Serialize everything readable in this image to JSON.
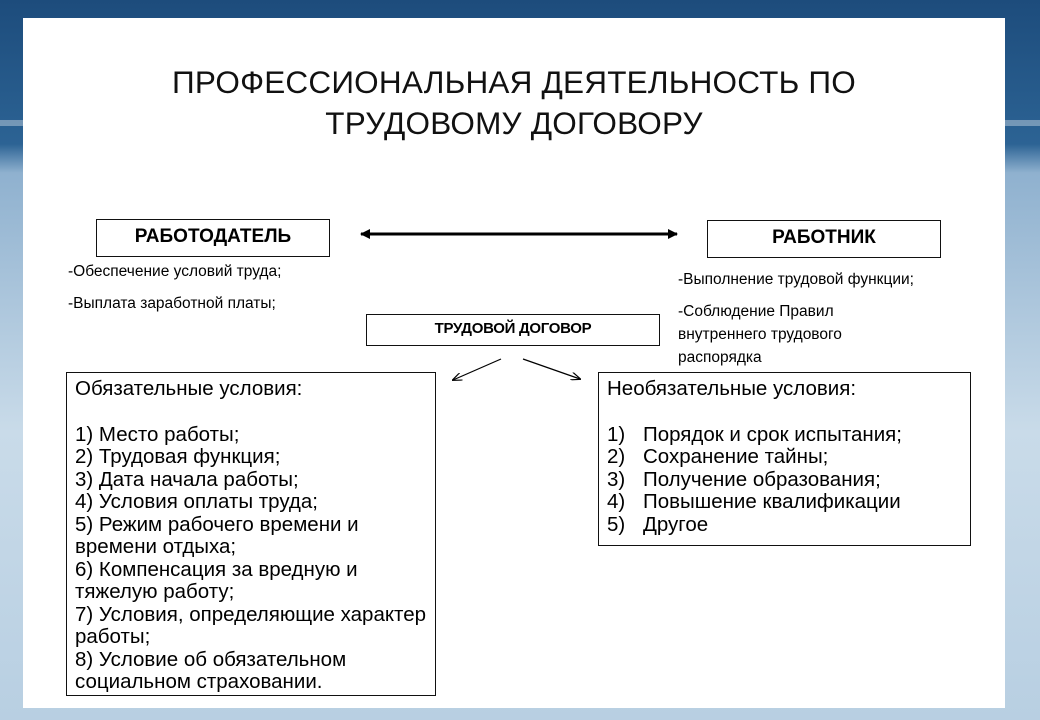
{
  "title": {
    "line1": "ПРОФЕССИОНАЛЬНАЯ  ДЕЯТЕЛЬНОСТЬ ПО",
    "line2": "ТРУДОВОМУ ДОГОВОРУ"
  },
  "employer": {
    "label": "РАБОТОДАТЕЛЬ",
    "duties": [
      "-Обеспечение условий труда;",
      "-Выплата заработной платы;"
    ]
  },
  "employee": {
    "label": "РАБОТНИК",
    "duties": [
      "-Выполнение трудовой функции;",
      "-Соблюдение Правил внутреннего трудового распорядка"
    ]
  },
  "contract": {
    "label": "ТРУДОВОЙ ДОГОВОР"
  },
  "mandatory": {
    "heading": "Обязательные условия:",
    "items": [
      "1) Место работы;",
      "2) Трудовая функция;",
      "3) Дата начала работы;",
      "4) Условия оплаты труда;",
      "5) Режим рабочего времени и времени отдыха;",
      "6) Компенсация за вредную и тяжелую работу;",
      "7) Условия, определяющие характер работы;",
      "8) Условие об обязательном социальном страховании."
    ]
  },
  "optional": {
    "heading": "Необязательные условия:",
    "items": [
      {
        "num": "1)",
        "text": "Порядок и срок испытания;"
      },
      {
        "num": "2)",
        "text": "Сохранение тайны;"
      },
      {
        "num": "3)",
        "text": "Получение образования;"
      },
      {
        "num": "4)",
        "text": "Повышение квалификации"
      },
      {
        "num": "5)",
        "text": "Другое"
      }
    ]
  }
}
